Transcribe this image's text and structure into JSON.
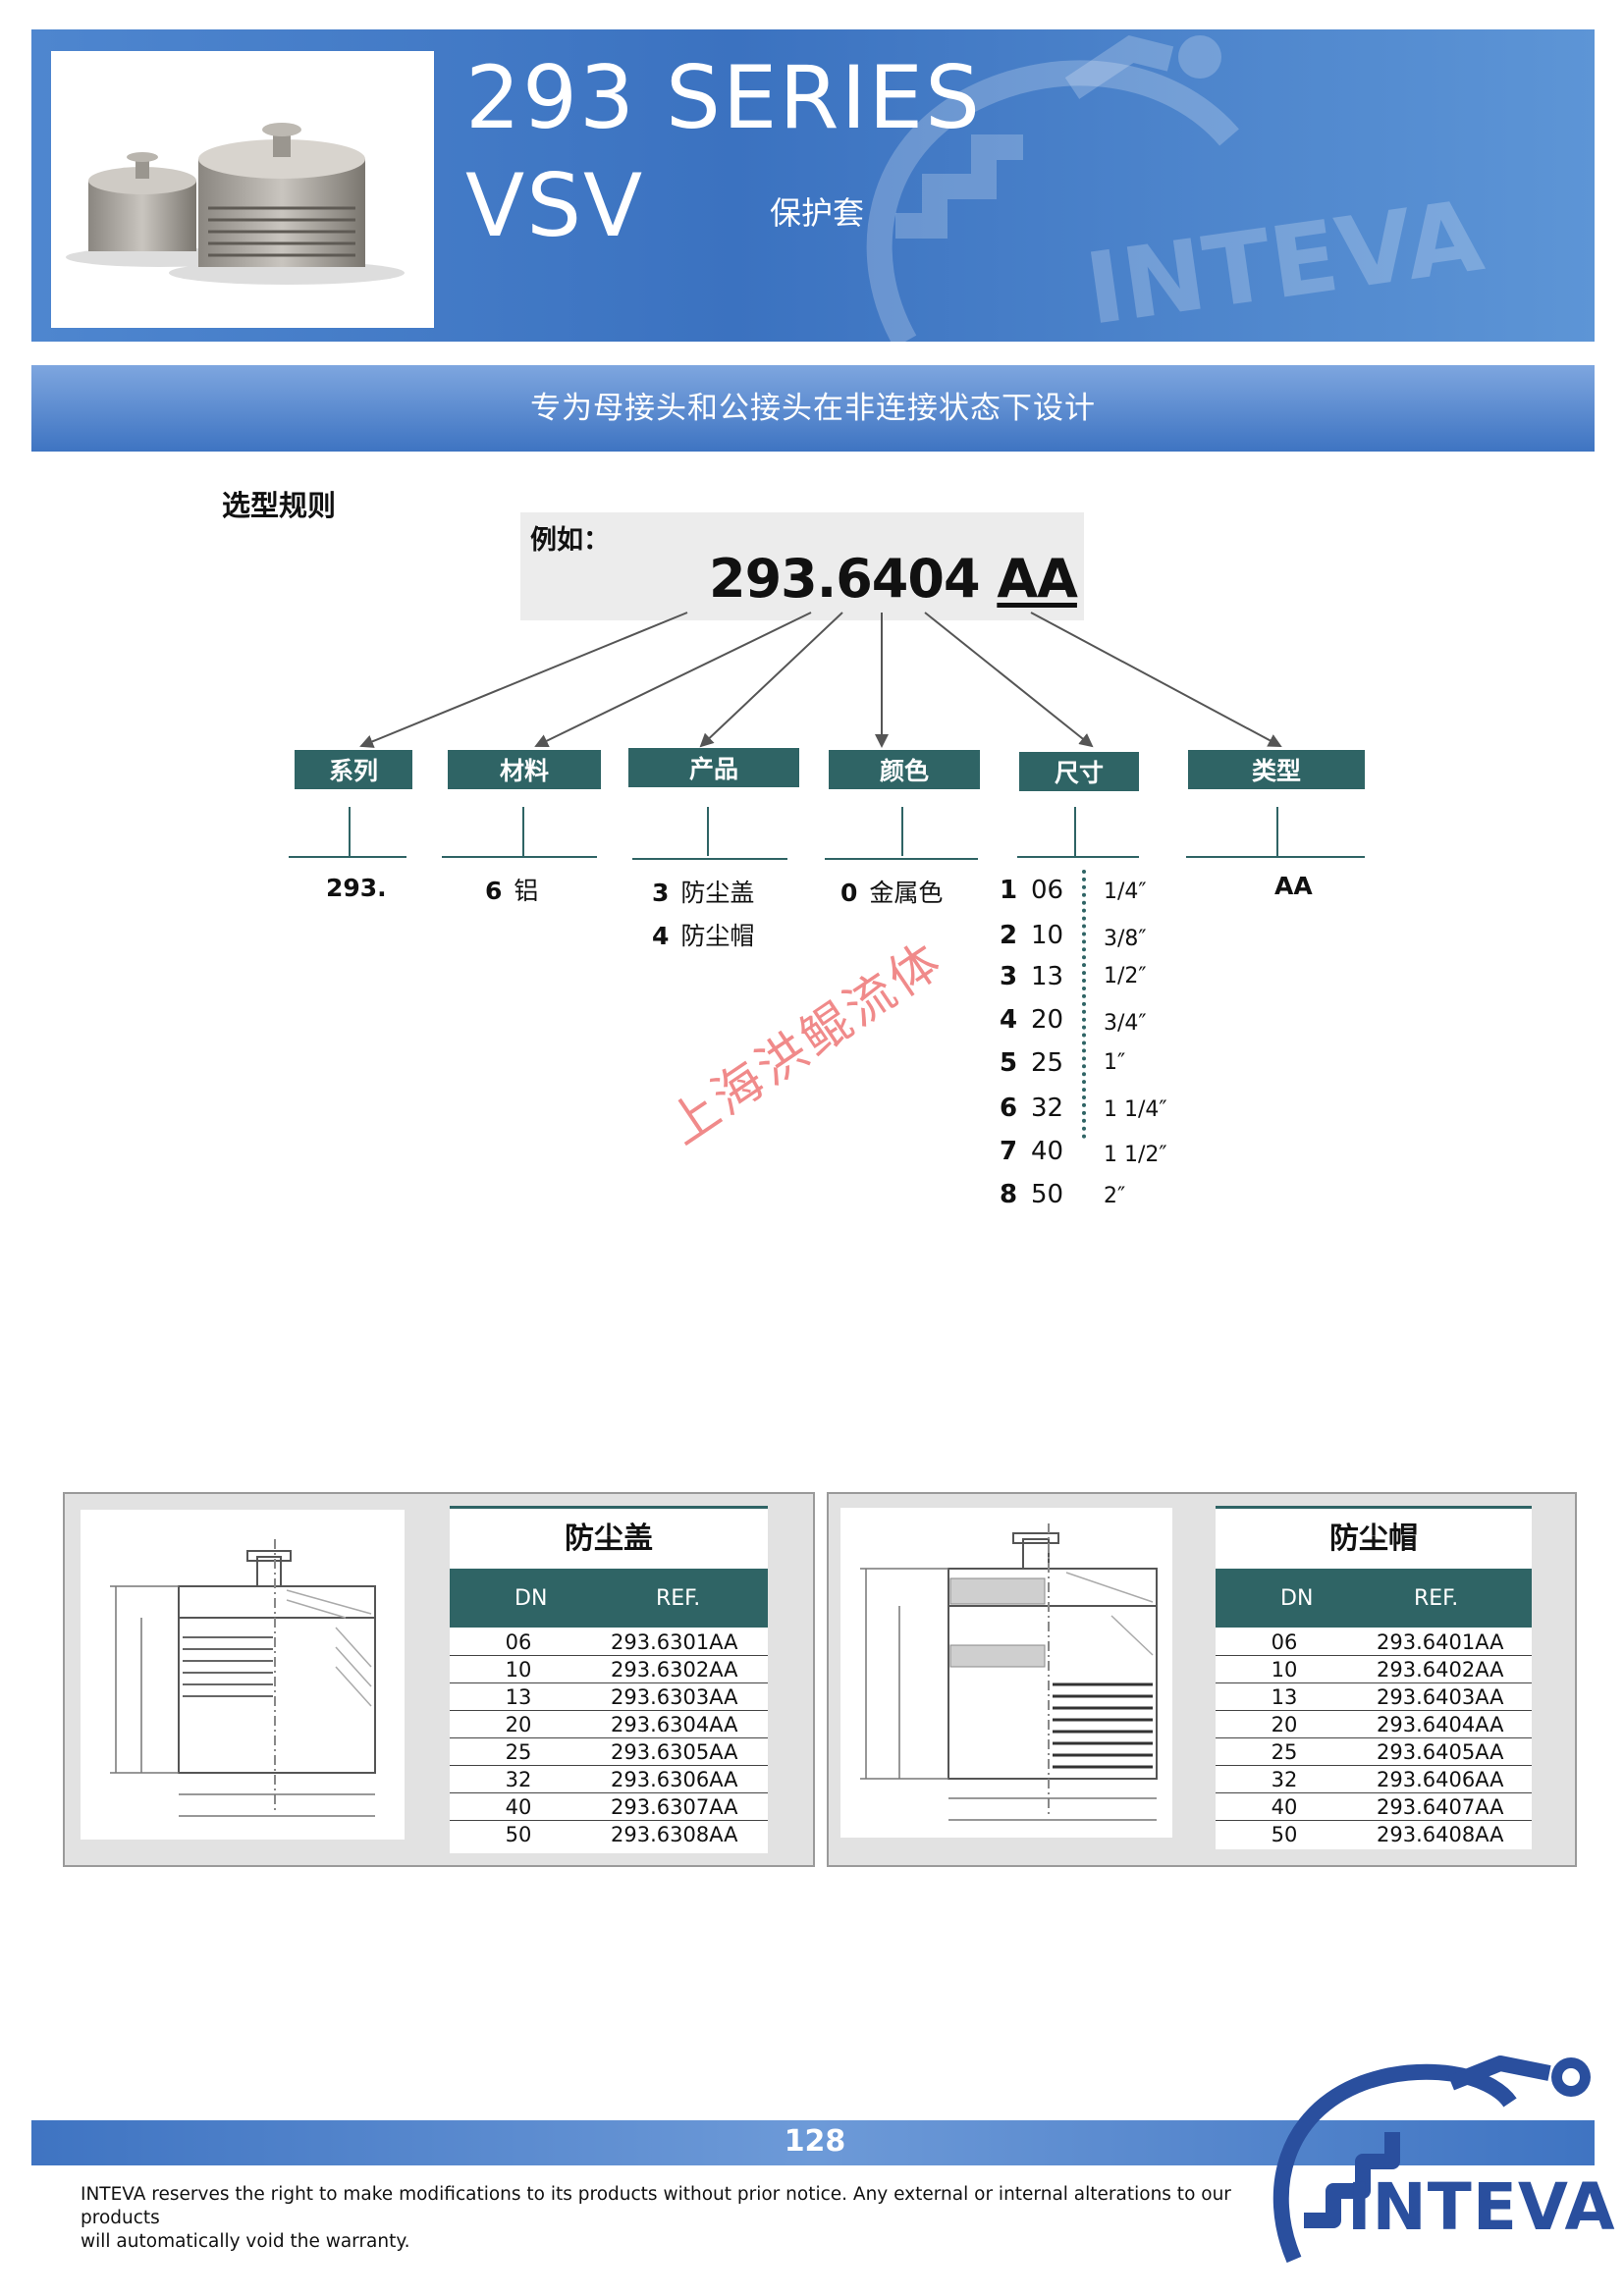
{
  "header": {
    "series_title": "293 SERIES",
    "series_sub": "VSV",
    "series_cn": "保护套",
    "watermark": "INTEVA"
  },
  "banner": "专为母接头和公接头在非连接状态下设计",
  "rules": {
    "title": "选型规则",
    "example_label": "例如：",
    "example_code_main": "293.6404",
    "example_code_suffix": "AA"
  },
  "categories": [
    {
      "label": "系列"
    },
    {
      "label": "材料"
    },
    {
      "label": "产品"
    },
    {
      "label": "颜色"
    },
    {
      "label": "尺寸"
    },
    {
      "label": "类型"
    }
  ],
  "series_value": "293.",
  "material": {
    "code": "6",
    "name": "铝"
  },
  "products": [
    {
      "code": "3",
      "name": "防尘盖"
    },
    {
      "code": "4",
      "name": "防尘帽"
    }
  ],
  "color": {
    "code": "0",
    "name": "金属色"
  },
  "sizes": [
    {
      "code": "1",
      "dn": "06",
      "inch": "1/4″"
    },
    {
      "code": "2",
      "dn": "10",
      "inch": "3/8″"
    },
    {
      "code": "3",
      "dn": "13",
      "inch": "1/2″"
    },
    {
      "code": "4",
      "dn": "20",
      "inch": "3/4″"
    },
    {
      "code": "5",
      "dn": "25",
      "inch": "1″"
    },
    {
      "code": "6",
      "dn": "32",
      "inch": "1 1/4″"
    },
    {
      "code": "7",
      "dn": "40",
      "inch": "1 1/2″"
    },
    {
      "code": "8",
      "dn": "50",
      "inch": "2″"
    }
  ],
  "type_value": "AA",
  "red_watermark": "上海洪鲲流体",
  "tables": [
    {
      "title": "防尘盖",
      "col_dn": "DN",
      "col_ref": "REF.",
      "rows": [
        {
          "dn": "06",
          "ref": "293.6301AA"
        },
        {
          "dn": "10",
          "ref": "293.6302AA"
        },
        {
          "dn": "13",
          "ref": "293.6303AA"
        },
        {
          "dn": "20",
          "ref": "293.6304AA"
        },
        {
          "dn": "25",
          "ref": "293.6305AA"
        },
        {
          "dn": "32",
          "ref": "293.6306AA"
        },
        {
          "dn": "40",
          "ref": "293.6307AA"
        },
        {
          "dn": "50",
          "ref": "293.6308AA"
        }
      ]
    },
    {
      "title": "防尘帽",
      "col_dn": "DN",
      "col_ref": "REF.",
      "rows": [
        {
          "dn": "06",
          "ref": "293.6401AA"
        },
        {
          "dn": "10",
          "ref": "293.6402AA"
        },
        {
          "dn": "13",
          "ref": "293.6403AA"
        },
        {
          "dn": "20",
          "ref": "293.6404AA"
        },
        {
          "dn": "25",
          "ref": "293.6405AA"
        },
        {
          "dn": "32",
          "ref": "293.6406AA"
        },
        {
          "dn": "40",
          "ref": "293.6407AA"
        },
        {
          "dn": "50",
          "ref": "293.6408AA"
        }
      ]
    }
  ],
  "footer": {
    "page_number": "128",
    "disclaimer_line1": "INTEVA reserves the right to make modifications to its products without prior notice. Any external or internal alterations to our products",
    "disclaimer_line2": "will automatically void the warranty.",
    "logo_text": "INTEVA"
  }
}
